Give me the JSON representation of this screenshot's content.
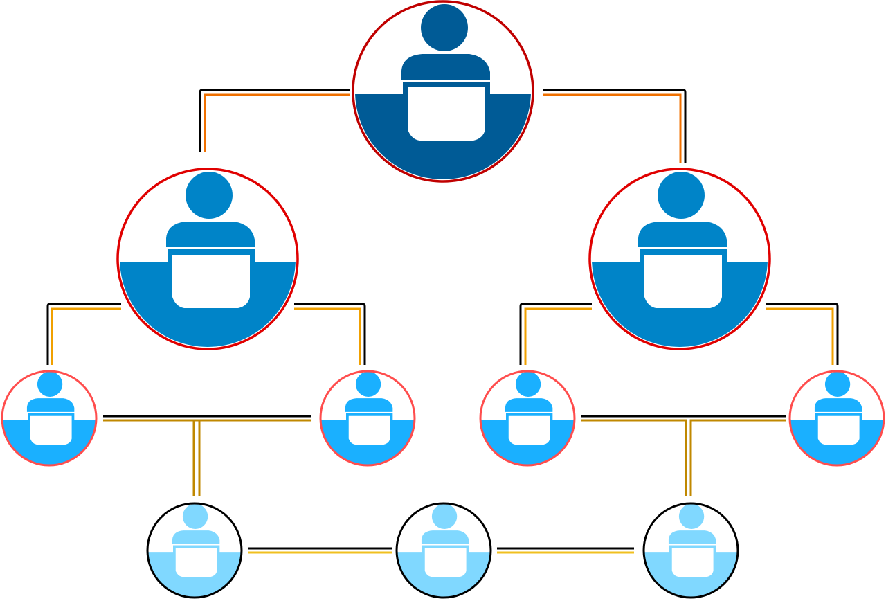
{
  "diagram": {
    "type": "org-hierarchy",
    "levels": [
      {
        "level": 1,
        "count": 1,
        "fill": "#005b96",
        "border": "#c00000"
      },
      {
        "level": 2,
        "count": 2,
        "fill": "#0084c8",
        "border": "#e00000"
      },
      {
        "level": 3,
        "count": 4,
        "fill": "#1ab0ff",
        "border": "#ff4d4d"
      },
      {
        "level": 4,
        "count": 3,
        "fill": "#80d8ff",
        "border": "#000000"
      }
    ],
    "connector_colors": {
      "outer": "#000000",
      "l1": "#f07000",
      "l2": "#f0a000",
      "l3": "#c08800",
      "l4": "#f0c020"
    },
    "icon": "person-at-laptop-icon"
  }
}
